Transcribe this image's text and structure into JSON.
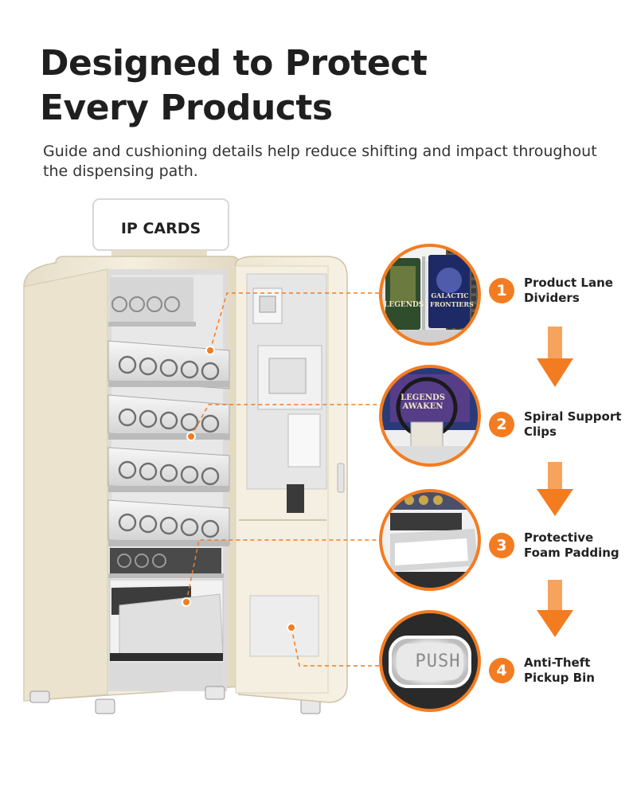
{
  "header": {
    "title_line1": "Designed to Protect",
    "title_line2": "Every Products",
    "subtitle": "Guide and cushioning details help reduce shifting and impact throughout the dispensing path."
  },
  "machine": {
    "sign_text": "IP CARDS"
  },
  "closeups": {
    "card1_text": "LEGENDS",
    "card2_text": "GALACTIC FRONTIERS",
    "card3_text": "LEGENDS AWAKEN",
    "bin_text": "PUSH"
  },
  "features": [
    {
      "number": "1",
      "label": "Product Lane\nDividers"
    },
    {
      "number": "2",
      "label": "Spiral Support\nClips"
    },
    {
      "number": "3",
      "label": "Protective\nFoam Padding"
    },
    {
      "number": "4",
      "label": "Anti-Theft\nPickup Bin"
    }
  ],
  "colors": {
    "accent": "#f47c20",
    "cabinet": "#f1ead8",
    "cabinet_shade": "#ddd3bb",
    "interior": "#e9e9e9"
  }
}
